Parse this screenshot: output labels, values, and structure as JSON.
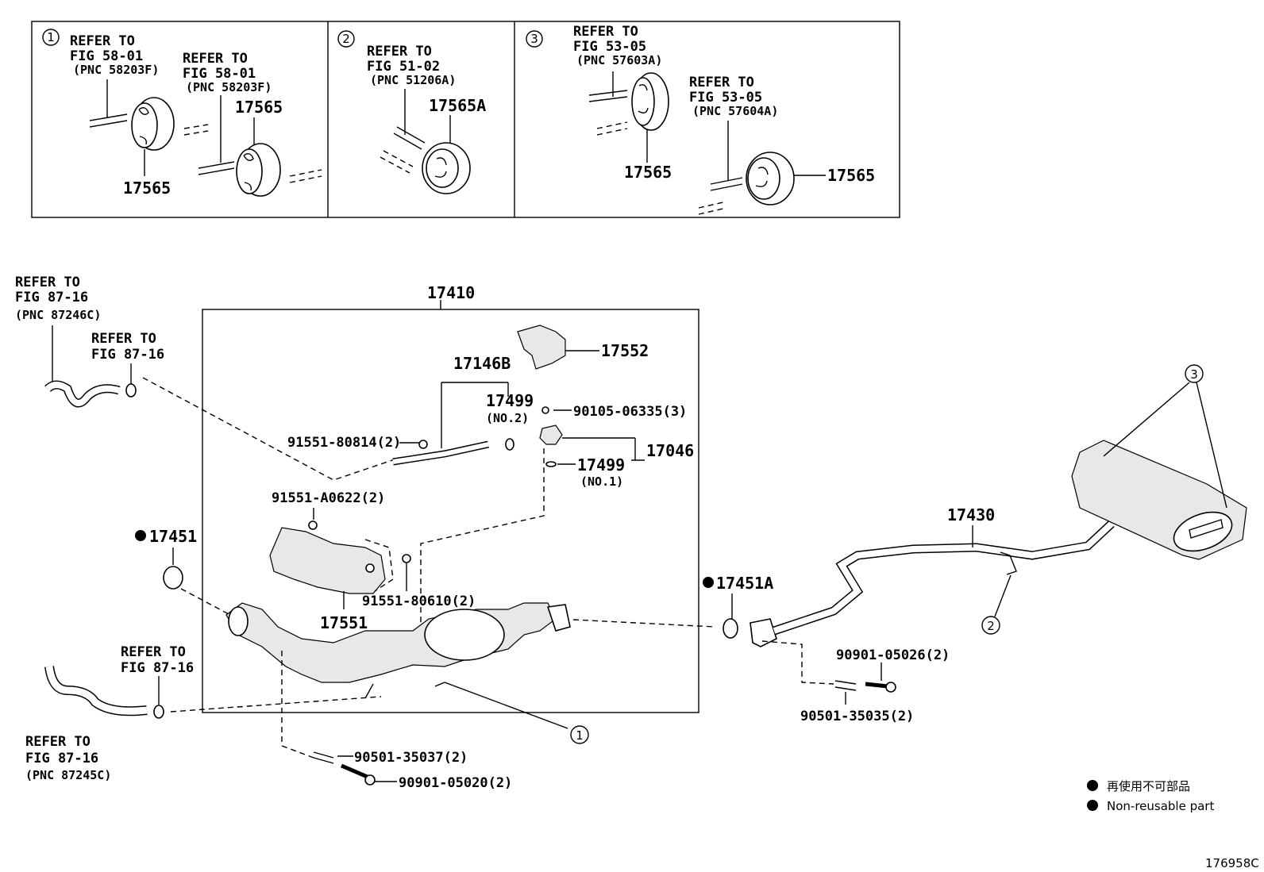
{
  "insets": [
    {
      "num": "1",
      "refs": [
        {
          "l1": "REFER TO",
          "l2": "FIG 58-01",
          "l3": "(PNC 58203F)"
        },
        {
          "l1": "REFER TO",
          "l2": "FIG 58-01",
          "l3": "(PNC 58203F)"
        }
      ],
      "parts": [
        "17565",
        "17565"
      ]
    },
    {
      "num": "2",
      "refs": [
        {
          "l1": "REFER TO",
          "l2": "FIG 51-02",
          "l3": "(PNC 51206A)"
        }
      ],
      "parts": [
        "17565A"
      ]
    },
    {
      "num": "3",
      "refs": [
        {
          "l1": "REFER TO",
          "l2": "FIG 53-05",
          "l3": "(PNC 57603A)"
        },
        {
          "l1": "REFER TO",
          "l2": "FIG 53-05",
          "l3": "(PNC 57604A)"
        }
      ],
      "parts": [
        "17565",
        "17565"
      ]
    }
  ],
  "main": {
    "assembly": "17410",
    "parts": {
      "p17552": "17552",
      "p17146b": "17146B",
      "p17499_no2": "17499",
      "no2": "(NO.2)",
      "p90105": "90105-06335(3)",
      "p91551_80814": "91551-80814(2)",
      "p17046": "17046",
      "p17499_no1": "17499",
      "no1": "(NO.1)",
      "p91551_a0622": "91551-A0622(2)",
      "p17451": "17451",
      "p91551_80610": "91551-80610(2)",
      "p17551": "17551",
      "p17451a": "17451A",
      "p17430": "17430",
      "p90901_05026": "90901-05026(2)",
      "p90501_35035": "90501-35035(2)",
      "p90501_35037": "90501-35037(2)",
      "p90901_05020": "90901-05020(2)"
    },
    "refs": {
      "r1": {
        "l1": "REFER TO",
        "l2": "FIG 87-16",
        "l3": "(PNC 87246C)"
      },
      "r2": {
        "l1": "REFER TO",
        "l2": "FIG 87-16"
      },
      "r3": {
        "l1": "REFER TO",
        "l2": "FIG 87-16"
      },
      "r4": {
        "l1": "REFER TO",
        "l2": "FIG 87-16",
        "l3": "(PNC 87245C)"
      }
    },
    "callouts": {
      "c1": "1",
      "c2": "2",
      "c3": "3"
    }
  },
  "legend": {
    "jp": "再使用不可部品",
    "en": "Non-reusable part"
  },
  "figure_id": "176958C"
}
